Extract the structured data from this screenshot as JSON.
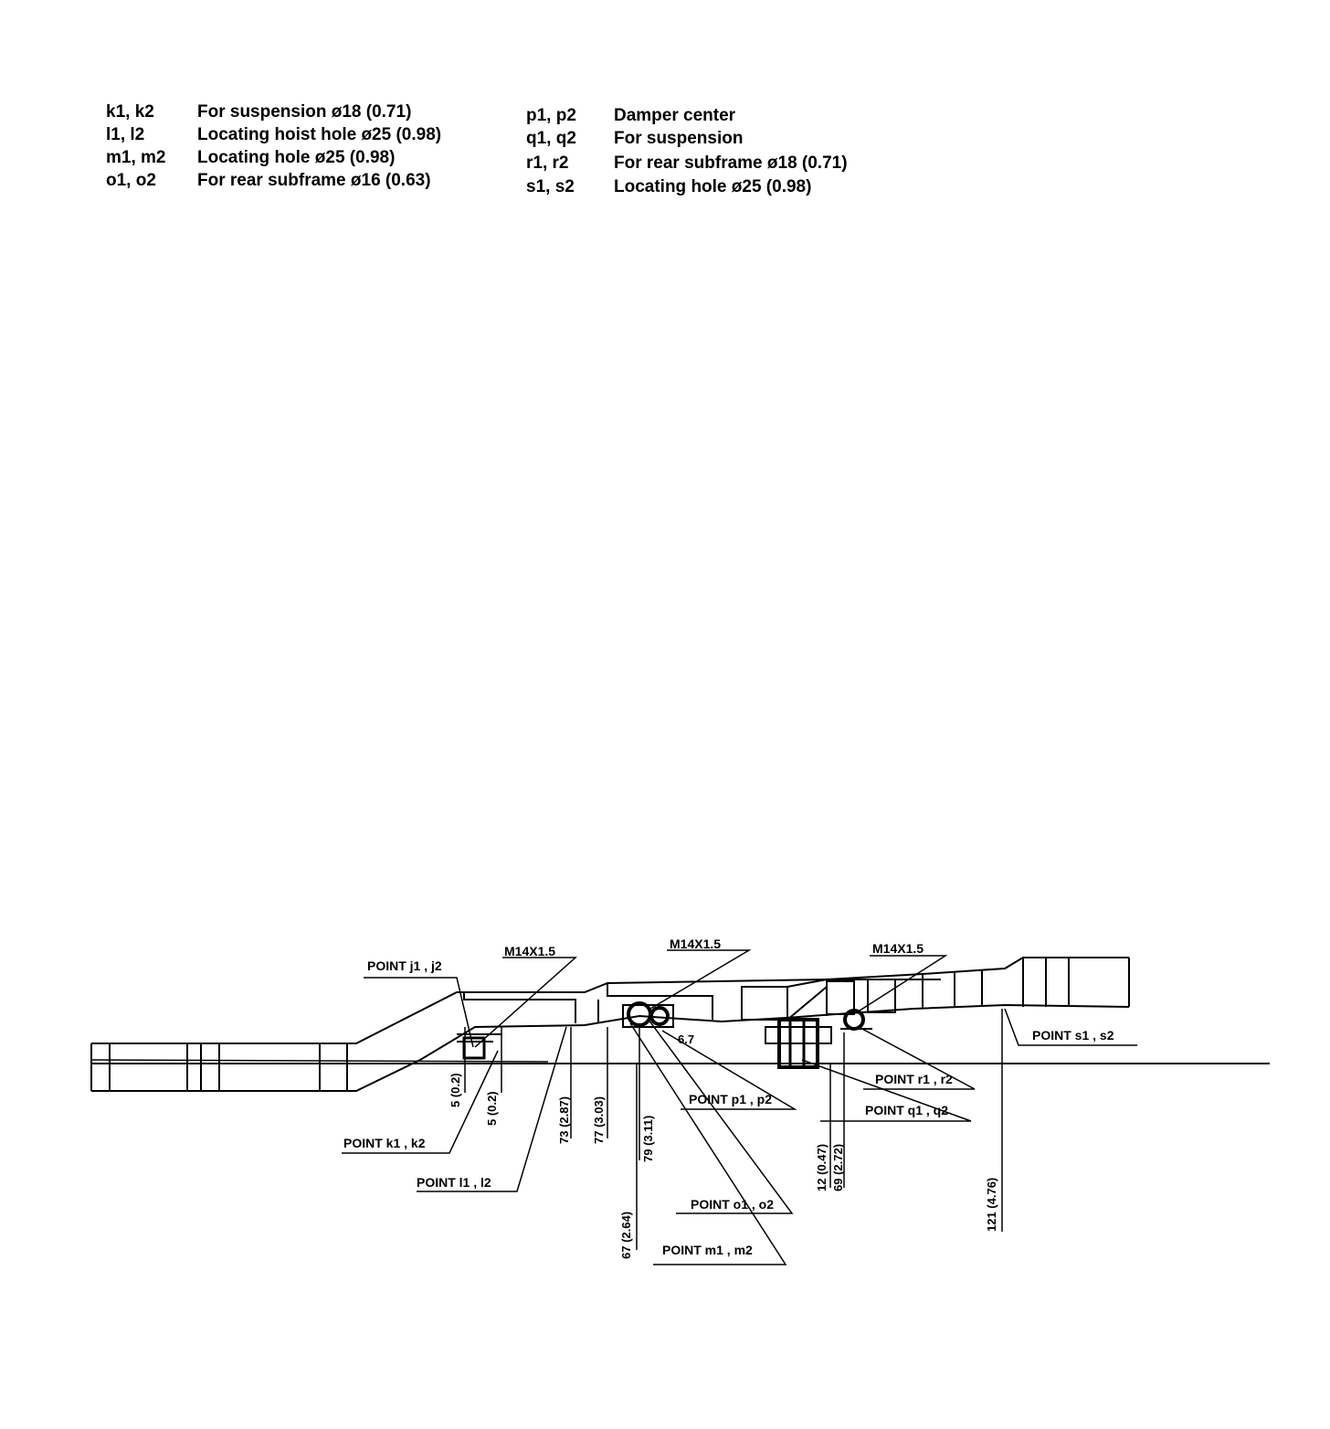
{
  "legend_left": [
    {
      "code": "k1, k2",
      "desc": "For suspension ø18 (0.71)"
    },
    {
      "code": "l1, l2",
      "desc": "Locating hoist hole ø25 (0.98)"
    },
    {
      "code": "m1, m2",
      "desc": "Locating hole ø25 (0.98)"
    },
    {
      "code": "o1, o2",
      "desc": "For rear subframe ø16 (0.63)"
    }
  ],
  "legend_right": [
    {
      "code": "p1, p2",
      "desc": "Damper center"
    },
    {
      "code": "q1, q2",
      "desc": "For suspension"
    },
    {
      "code": "r1, r2",
      "desc": "For rear subframe ø18 (0.71)"
    },
    {
      "code": "s1, s2",
      "desc": "Locating hole ø25 (0.98)"
    }
  ],
  "thread_labels": {
    "left": "M14X1.5",
    "middle": "M14X1.5",
    "right": "M14X1.5"
  },
  "point_labels": {
    "j": "POINT j1 , j2",
    "k": "POINT k1 , k2",
    "l": "POINT l1 , l2",
    "m": "POINT m1 , m2",
    "o": "POINT o1 , o2",
    "p": "POINT p1 , p2",
    "q": "POINT q1 , q2",
    "r": "POINT r1 , r2",
    "s": "POINT s1 , s2"
  },
  "dimensions": {
    "d5a": "5 (0.2)",
    "d5b": "5 (0.2)",
    "d73": "73 (2.87)",
    "d77": "77 (3.03)",
    "d79": "79 (3.11)",
    "d67": "67 (2.64)",
    "d12": "12 (0.47)",
    "d69": "69 (2.72)",
    "d121": "121 (4.76)",
    "d6": "6.7"
  }
}
